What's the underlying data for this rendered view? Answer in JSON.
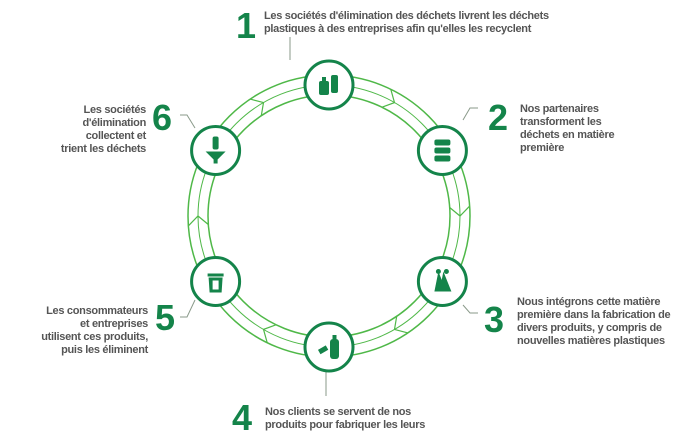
{
  "colors": {
    "dark_green": "#14844a",
    "ring_green": "#4fb848",
    "text": "#555555"
  },
  "steps": [
    {
      "number": "1",
      "text": "Les sociétés d'élimination des déchets livrent les déchets plastiques à des entreprises afin qu'elles les recyclent",
      "icon": "plastic-bottles-icon"
    },
    {
      "number": "2",
      "text": "Nos partenaires transforment les déchets en matière première",
      "icon": "barrel-icon"
    },
    {
      "number": "3",
      "text": "Nous intégrons cette matière première dans la fabrication de divers produits, y compris de nouvelles matières plastiques",
      "icon": "bags-icon"
    },
    {
      "number": "4",
      "text": "Nos clients se servent de nos produits pour fabriquer les leurs",
      "icon": "bottle-tag-icon"
    },
    {
      "number": "5",
      "text": "Les consommateurs et entreprises utilisent ces produits, puis les éliminent",
      "icon": "trash-bin-icon"
    },
    {
      "number": "6",
      "text": "Les sociétés d'élimination collectent et trient les déchets",
      "icon": "bottle-funnel-icon"
    }
  ]
}
